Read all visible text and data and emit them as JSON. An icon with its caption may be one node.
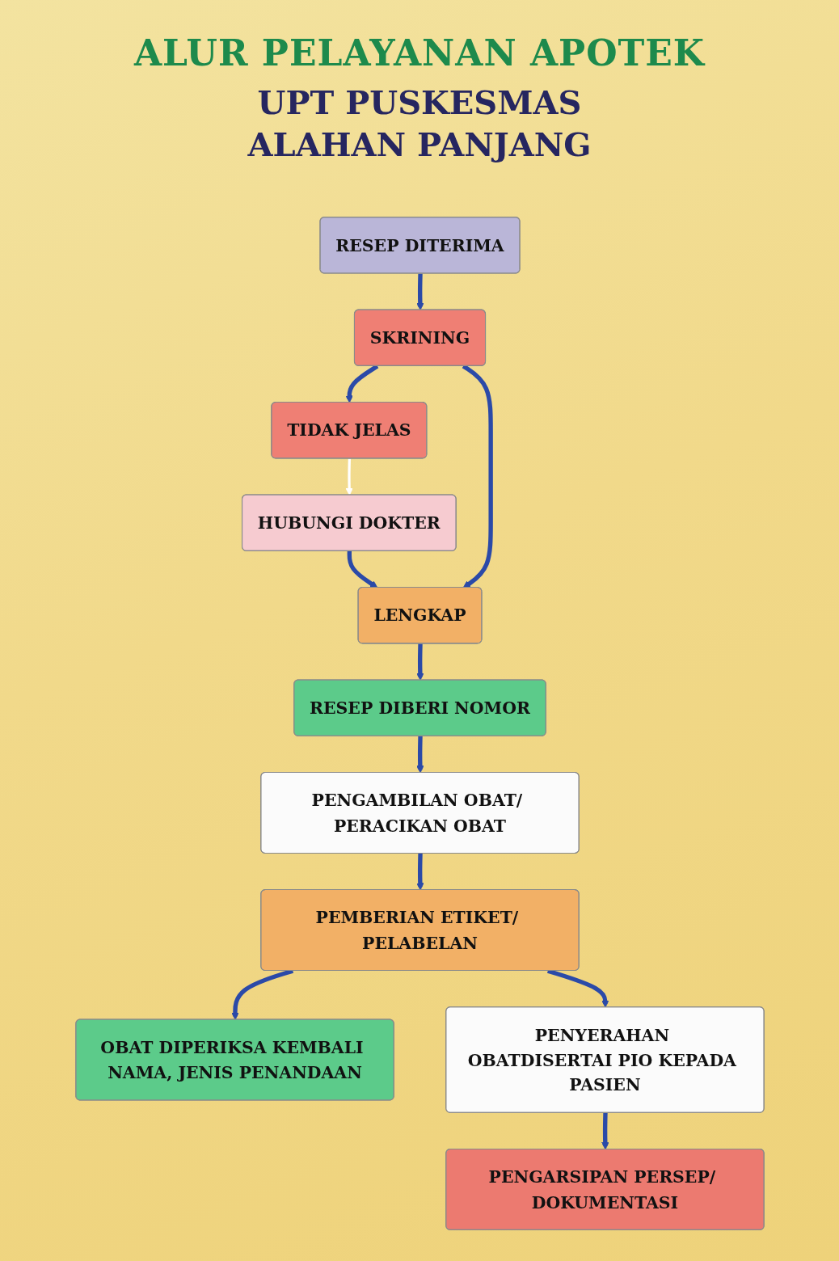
{
  "diagram": {
    "title": "ALUR PELAYANAN APOTEK",
    "nodes": [
      {
        "text": [
          "RESEP DITERIMA"
        ]
      },
      {
        "text": [
          "SKRINING"
        ]
      },
      {
        "text": [
          "TIDAK JELAS"
        ]
      },
      {
        "text": [
          "HUBUNGI DOKTER"
        ]
      },
      {
        "text": [
          "LENGKAP"
        ]
      },
      {
        "text": [
          "RESEP DIBERI NOMOR"
        ]
      },
      {
        "text": [
          "PENGAMBILAN OBAT/ PERACIKAN OBAT"
        ]
      },
      {
        "text": [
          "PEMBERIAN ETIKET/ PELABELAN"
        ]
      },
      {
        "text": [
          "OBAT DIPERIKSA KEMBALI NAMA, JENIS PENANDAAN"
        ]
      },
      {
        "text": [
          "PENYERAHAN OBATDISERTAI PIO KEPADA PASIEN"
        ]
      },
      {
        "text": [
          "PENGARSIPAN PERSEP/ DOKUMENTASI"
        ]
      }
    ],
    "edges": [
      {
        "from": 0,
        "to": 1,
        "arrow": "to"
      },
      {
        "from": 1,
        "to": 2,
        "arrow": "to"
      },
      {
        "from": 2,
        "to": 3,
        "arrow": "to",
        "color": "#ffffff"
      },
      {
        "from": 3,
        "to": 4,
        "arrow": "to"
      },
      {
        "from": 1,
        "to": 4,
        "arrow": "to"
      },
      {
        "from": 4,
        "to": 5,
        "arrow": "to"
      },
      {
        "from": 5,
        "to": 6,
        "arrow": "to"
      },
      {
        "from": 6,
        "to": 7,
        "arrow": "to"
      },
      {
        "from": 7,
        "to": 8,
        "arrow": "to"
      },
      {
        "from": 7,
        "to": 9,
        "arrow": "to"
      },
      {
        "from": 9,
        "to": 10,
        "arrow": "to"
      }
    ],
    "labels": [
      "UPT PUSKESMAS ALAHAN PANJANG"
    ]
  }
}
